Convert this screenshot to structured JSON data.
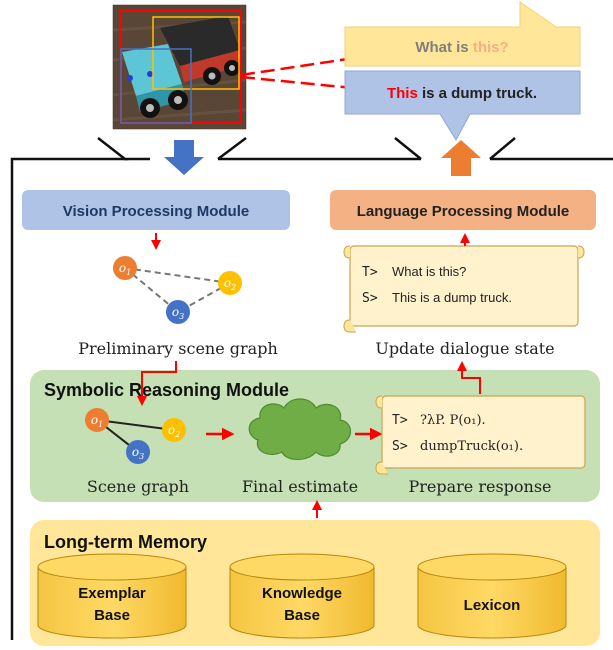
{
  "photo": {
    "icon": "toy-dump-truck-photo"
  },
  "speech": {
    "question_prefix": "What is ",
    "question_highlight": "this?",
    "answer_highlight": "This",
    "answer_rest": " is a dump truck."
  },
  "vision": {
    "title": "Vision Processing Module",
    "graph_caption": "Preliminary scene graph",
    "nodes": [
      {
        "label": "o",
        "sub": "1"
      },
      {
        "label": "o",
        "sub": "2"
      },
      {
        "label": "o",
        "sub": "3"
      }
    ]
  },
  "language": {
    "title": "Language Processing Module",
    "dialogue_lines": [
      {
        "speaker": "T>",
        "text": "What is this?"
      },
      {
        "speaker": "S>",
        "text": "This is a dump truck."
      }
    ],
    "dialogue_caption": "Update dialogue state"
  },
  "symbolic": {
    "title": "Symbolic Reasoning Module",
    "scene_graph_caption": "Scene graph",
    "estimate_caption": "Final estimate",
    "response_caption": "Prepare response",
    "response_lines": [
      {
        "speaker": "T>",
        "text": "?λP. P(o₁)."
      },
      {
        "speaker": "S>",
        "text": "dumpTruck(o₁)."
      }
    ]
  },
  "memory": {
    "title": "Long-term Memory",
    "stores": [
      {
        "line1": "Exemplar",
        "line2": "Base"
      },
      {
        "line1": "Knowledge",
        "line2": "Base"
      },
      {
        "line1": "Lexicon",
        "line2": ""
      }
    ]
  },
  "colors": {
    "vision_box": "#aec3e6",
    "language_box": "#f4b183",
    "symbolic_panel": "#c5e0b4",
    "memory_panel": "#ffe699",
    "cylinder": "#ffd966",
    "node_orange": "#ed7d31",
    "node_yellow": "#ffc000",
    "node_blue": "#4472c4",
    "arrow_red": "#ff0000",
    "cloud": "#70ad47"
  }
}
